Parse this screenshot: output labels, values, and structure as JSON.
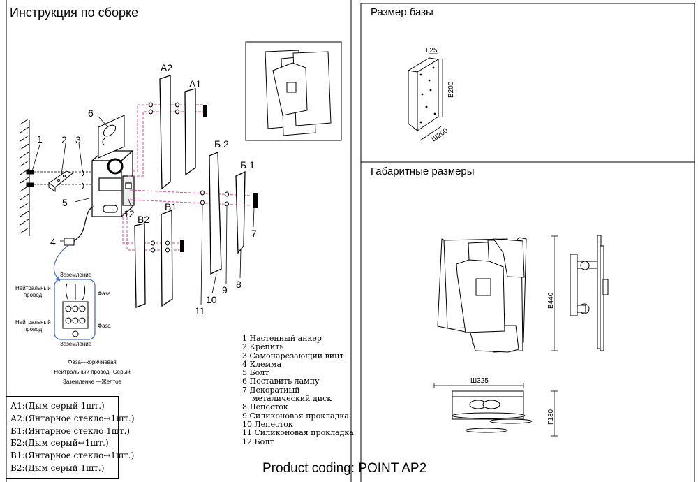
{
  "left_panel": {
    "title": "Инструкция по сборке",
    "callouts": {
      "n1": "1",
      "n2": "2",
      "n3": "3",
      "n4": "4",
      "n5": "5",
      "n6": "6",
      "n7": "7",
      "n8": "8",
      "n9": "9",
      "n10": "10",
      "n11": "11",
      "n12": "12",
      "a1": "А1",
      "a2": "А2",
      "b1": "Б 1",
      "b2": "Б 2",
      "v1": "В1",
      "v2": "В2"
    },
    "wiring": {
      "ground_top": "Заземление",
      "neutral_top": "Нейтральный провод",
      "phase_top": "Фаза",
      "neutral_bottom": "Нейтральный провод",
      "phase_bottom": "Фаза",
      "ground_bottom": "Заземление",
      "ground_symbol": "⏚"
    },
    "color_legend": [
      "Фаза—коричневая",
      "Нейтральный провод--Серый",
      "Заземление —Желтое"
    ],
    "parts": [
      "1  Настенный анкер",
      "2  Крепить",
      "3  Самонарезающий винт",
      "4  Клемма",
      "5  Болт",
      "6 Поставить лампу",
      "7  Декоратиый",
      "    металический диск",
      "8 Лепесток",
      "9 Силиконовая прокладка",
      "10 Лепесток",
      "11 Силиконовая прокладка",
      "12 Болт"
    ],
    "glass": [
      "А1:(Дым серый 1шт.)",
      "А2:(Янтарное стекло↔1шт.)",
      "Б1:(Янтарное стекло 1шт.)",
      "Б2:(Дым серый↔1шт.)",
      "В1:(Янтарное стекло↔1шт.)",
      "В2:(Дым серый 1шт.)"
    ]
  },
  "base_panel": {
    "title": "Размер базы",
    "dims": {
      "depth": "Г25",
      "height": "В200",
      "width": "Ш200"
    }
  },
  "overall_panel": {
    "title": "Габаритные размеры",
    "dims": {
      "height": "В440",
      "width": "Ш325",
      "depth": "Г130"
    }
  },
  "footer": "Product coding: POINT AP2",
  "colors": {
    "wire_pink": "#e0479a",
    "wiring_blue": "#4a6fc4",
    "line": "#000000"
  }
}
